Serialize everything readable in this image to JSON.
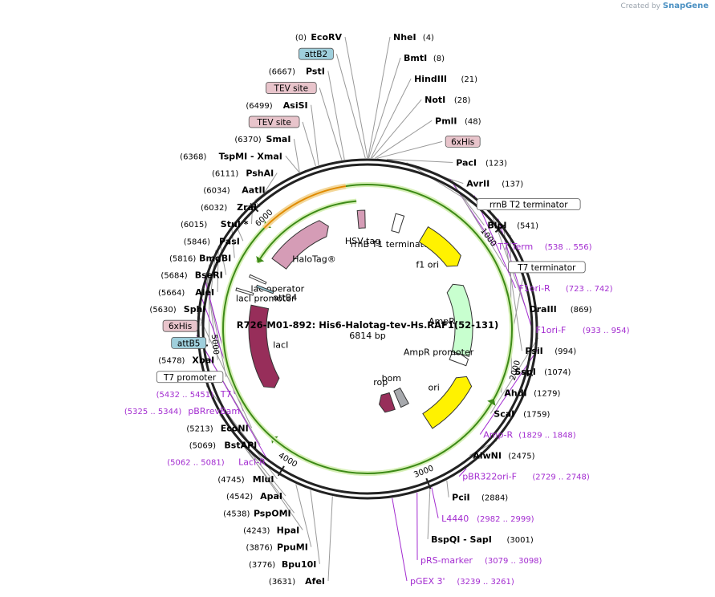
{
  "brand": {
    "prefix": "Created by",
    "name": "SnapGene"
  },
  "title": "R726-M01-892: His6-Halotag-tev-Hs.RAF1(52-131)",
  "length_label": "6814 bp",
  "total_bp": 6814,
  "tick_labels": [
    {
      "label": "1000",
      "bp": 1000
    },
    {
      "label": "2000",
      "bp": 2000
    },
    {
      "label": "3000",
      "bp": 3000
    },
    {
      "label": "4000",
      "bp": 4000
    },
    {
      "label": "5000",
      "bp": 5000
    },
    {
      "label": "6000",
      "bp": 6000
    }
  ],
  "right_labels": [
    {
      "kind": "site",
      "name": "NheI",
      "pos": "(4)",
      "bp": 4
    },
    {
      "kind": "site",
      "name": "BmtI",
      "pos": "(8)",
      "bp": 8
    },
    {
      "kind": "site",
      "name": "HindIII",
      "pos": "(21)",
      "bp": 21
    },
    {
      "kind": "site",
      "name": "NotI",
      "pos": "(28)",
      "bp": 28
    },
    {
      "kind": "site",
      "name": "PmlI",
      "pos": "(48)",
      "bp": 48
    },
    {
      "kind": "box",
      "name": "6xHis",
      "fill": "#e8c4cb",
      "bp": 60
    },
    {
      "kind": "site",
      "name": "PacI",
      "pos": "(123)",
      "bp": 123
    },
    {
      "kind": "site",
      "name": "AvrII",
      "pos": "(137)",
      "bp": 137
    },
    {
      "kind": "box",
      "name": "rrnB T2 terminator",
      "fill": "#ffffff",
      "bp": 250
    },
    {
      "kind": "site",
      "name": "BlpI",
      "pos": "(541)",
      "bp": 541
    },
    {
      "kind": "primer",
      "name": "T7 Term",
      "pos": "(538 .. 556)",
      "bp": 547
    },
    {
      "kind": "box",
      "name": "T7 terminator",
      "fill": "#ffffff",
      "bp": 560
    },
    {
      "kind": "primer",
      "name": "F1ori-R",
      "pos": "(723 .. 742)",
      "bp": 732
    },
    {
      "kind": "site",
      "name": "DraIII",
      "pos": "(869)",
      "bp": 869
    },
    {
      "kind": "primer",
      "name": "F1ori-F",
      "pos": "(933 .. 954)",
      "bp": 943
    },
    {
      "kind": "site",
      "name": "PsiI",
      "pos": "(994)",
      "bp": 994
    },
    {
      "kind": "site",
      "name": "SspI",
      "pos": "(1074)",
      "bp": 1074
    },
    {
      "kind": "site",
      "name": "AhdI",
      "pos": "(1279)",
      "bp": 1279
    },
    {
      "kind": "site",
      "name": "ScaI",
      "pos": "(1759)",
      "bp": 1759
    },
    {
      "kind": "primer",
      "name": "Amp-R",
      "pos": "(1829 .. 1848)",
      "bp": 1838
    },
    {
      "kind": "site",
      "name": "AlwNI",
      "pos": "(2475)",
      "bp": 2475
    },
    {
      "kind": "primer",
      "name": "pBR322ori-F",
      "pos": "(2729 .. 2748)",
      "bp": 2738
    },
    {
      "kind": "site",
      "name": "PciI",
      "pos": "(2884)",
      "bp": 2884
    },
    {
      "kind": "primer",
      "name": "L4440",
      "pos": "(2982 .. 2999)",
      "bp": 2990
    },
    {
      "kind": "site",
      "name": "BspQI - SapI",
      "pos": "(3001)",
      "bp": 3001
    },
    {
      "kind": "primer",
      "name": "pRS-marker",
      "pos": "(3079 .. 3098)",
      "bp": 3088
    },
    {
      "kind": "primer",
      "name": "pGEX 3'",
      "pos": "(3239 .. 3261)",
      "bp": 3250
    }
  ],
  "left_labels": [
    {
      "kind": "site",
      "name": "EcoRV",
      "pos": "(0)",
      "bp": 0
    },
    {
      "kind": "box",
      "name": "attB2",
      "fill": "#9fcfdc",
      "bp": 6800
    },
    {
      "kind": "site",
      "name": "PstI",
      "pos": "(6667)",
      "bp": 6667
    },
    {
      "kind": "box",
      "name": "TEV site",
      "fill": "#e8c4cb",
      "bp": 6650
    },
    {
      "kind": "site",
      "name": "AsiSI",
      "pos": "(6499)",
      "bp": 6499
    },
    {
      "kind": "box",
      "name": "TEV site",
      "fill": "#e8c4cb",
      "bp": 6480
    },
    {
      "kind": "site",
      "name": "SmaI",
      "pos": "(6370)",
      "bp": 6370
    },
    {
      "kind": "site",
      "name": "TspMI - XmaI",
      "pos": "(6368)",
      "bp": 6368
    },
    {
      "kind": "site",
      "name": "PshAI",
      "pos": "(6111)",
      "bp": 6111
    },
    {
      "kind": "site",
      "name": "AatII",
      "pos": "(6034)",
      "bp": 6034
    },
    {
      "kind": "site",
      "name": "ZraI",
      "pos": "(6032)",
      "bp": 6032
    },
    {
      "kind": "site",
      "name": "StuI *",
      "pos": "(6015)",
      "bp": 6015
    },
    {
      "kind": "site",
      "name": "PasI",
      "pos": "(5846)",
      "bp": 5846
    },
    {
      "kind": "site",
      "name": "BmgBI",
      "pos": "(5816)",
      "bp": 5816
    },
    {
      "kind": "site",
      "name": "BseRI",
      "pos": "(5684)",
      "bp": 5684
    },
    {
      "kind": "site",
      "name": "AleI",
      "pos": "(5664)",
      "bp": 5664
    },
    {
      "kind": "site",
      "name": "SphI",
      "pos": "(5630)",
      "bp": 5630
    },
    {
      "kind": "box",
      "name": "6xHis",
      "fill": "#e8c4cb",
      "bp": 5560
    },
    {
      "kind": "box",
      "name": "attB5",
      "fill": "#9fcfdc",
      "bp": 5530
    },
    {
      "kind": "site",
      "name": "XbaI",
      "pos": "(5478)",
      "bp": 5478
    },
    {
      "kind": "box",
      "name": "T7 promoter",
      "fill": "#ffffff",
      "bp": 5455
    },
    {
      "kind": "primer",
      "name": "T7",
      "pos": "(5432 .. 5451)",
      "bp": 5441
    },
    {
      "kind": "primer",
      "name": "pBRrevBam",
      "pos": "(5325 .. 5344)",
      "bp": 5334
    },
    {
      "kind": "site",
      "name": "EcoNI",
      "pos": "(5213)",
      "bp": 5213
    },
    {
      "kind": "site",
      "name": "BstAPI",
      "pos": "(5069)",
      "bp": 5069
    },
    {
      "kind": "primer",
      "name": "LacI-R",
      "pos": "(5062 .. 5081)",
      "bp": 5071
    },
    {
      "kind": "site",
      "name": "MluI",
      "pos": "(4745)",
      "bp": 4745
    },
    {
      "kind": "site",
      "name": "ApaI",
      "pos": "(4542)",
      "bp": 4542
    },
    {
      "kind": "site",
      "name": "PspOMI",
      "pos": "(4538)",
      "bp": 4538
    },
    {
      "kind": "site",
      "name": "HpaI",
      "pos": "(4243)",
      "bp": 4243
    },
    {
      "kind": "site",
      "name": "PpuMI",
      "pos": "(3876)",
      "bp": 3876
    },
    {
      "kind": "site",
      "name": "Bpu10I",
      "pos": "(3776)",
      "bp": 3776
    },
    {
      "kind": "site",
      "name": "AfeI",
      "pos": "(3631)",
      "bp": 3631
    }
  ],
  "features": [
    {
      "name": "HaloTag®",
      "color": "#d59cb6",
      "start": 5800,
      "end": 6420,
      "ring": 137,
      "dir": 1
    },
    {
      "name": "lac operator",
      "color": "#ffffff",
      "start": 5560,
      "end": 5580,
      "ring": 150,
      "dir": 0
    },
    {
      "name": "lacI promoter",
      "color": "#ffffff",
      "start": 5420,
      "end": 5440,
      "ring": 160,
      "dir": 0
    },
    {
      "name": "lacI",
      "color": "#972e5a",
      "start": 4500,
      "end": 5330,
      "ring": 137,
      "dir": -1
    },
    {
      "name": "HSV tag",
      "color": "#d59cb6",
      "start": 6720,
      "end": 6790,
      "ring": 137,
      "dir": 0
    },
    {
      "name": "rrnB T1 terminator",
      "color": "#ffffff",
      "start": 260,
      "end": 340,
      "ring": 137,
      "dir": 0
    },
    {
      "name": "f1 ori",
      "color": "#fff200",
      "start": 580,
      "end": 1040,
      "ring": 137,
      "dir": 1
    },
    {
      "name": "AmpR",
      "color": "#c8ffcf",
      "start": 1180,
      "end": 1990,
      "ring": 120,
      "dir": -1
    },
    {
      "name": "AmpR promoter",
      "color": "#ffffff",
      "start": 1990,
      "end": 2090,
      "ring": 120,
      "dir": -1
    },
    {
      "name": "ori",
      "color": "#fff200",
      "start": 2190,
      "end": 2780,
      "ring": 137,
      "dir": -1
    },
    {
      "name": "rop",
      "color": "#972e5a",
      "start": 3050,
      "end": 3240,
      "ring": 95,
      "dir": 1
    },
    {
      "name": "bom",
      "color": "#a7a9ad",
      "start": 2860,
      "end": 2970,
      "ring": 95,
      "dir": 0
    },
    {
      "name": "attB4",
      "color": "#9fcfdc",
      "start": 5500,
      "end": 5520,
      "ring": 137,
      "dir": 0
    }
  ],
  "green_arcs": [
    {
      "start": 6720,
      "end": 5700,
      "ring": 160,
      "dir": -1
    },
    {
      "start": 6500,
      "end": 5950,
      "ring": 180,
      "dir": -1
    },
    {
      "start": 5950,
      "end": 4200,
      "ring": 180,
      "dir": 1
    },
    {
      "start": 1100,
      "end": 2250,
      "ring": 180,
      "dir": -1
    }
  ]
}
